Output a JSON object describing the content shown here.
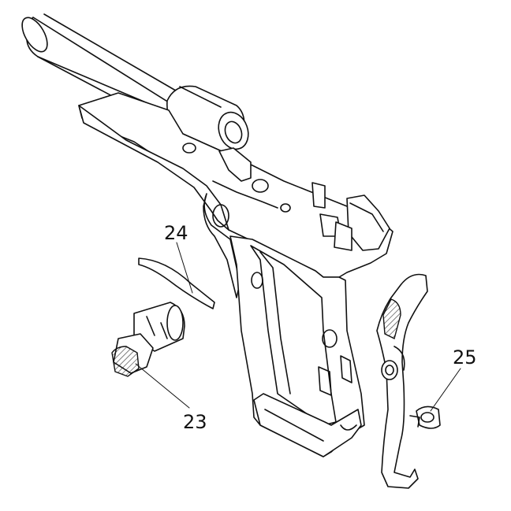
{
  "callouts": [
    {
      "id": "24",
      "label": "24"
    },
    {
      "id": "23",
      "label": "23"
    },
    {
      "id": "25",
      "label": "25"
    }
  ],
  "colors": {
    "line": "#111111",
    "background": "#ffffff"
  }
}
